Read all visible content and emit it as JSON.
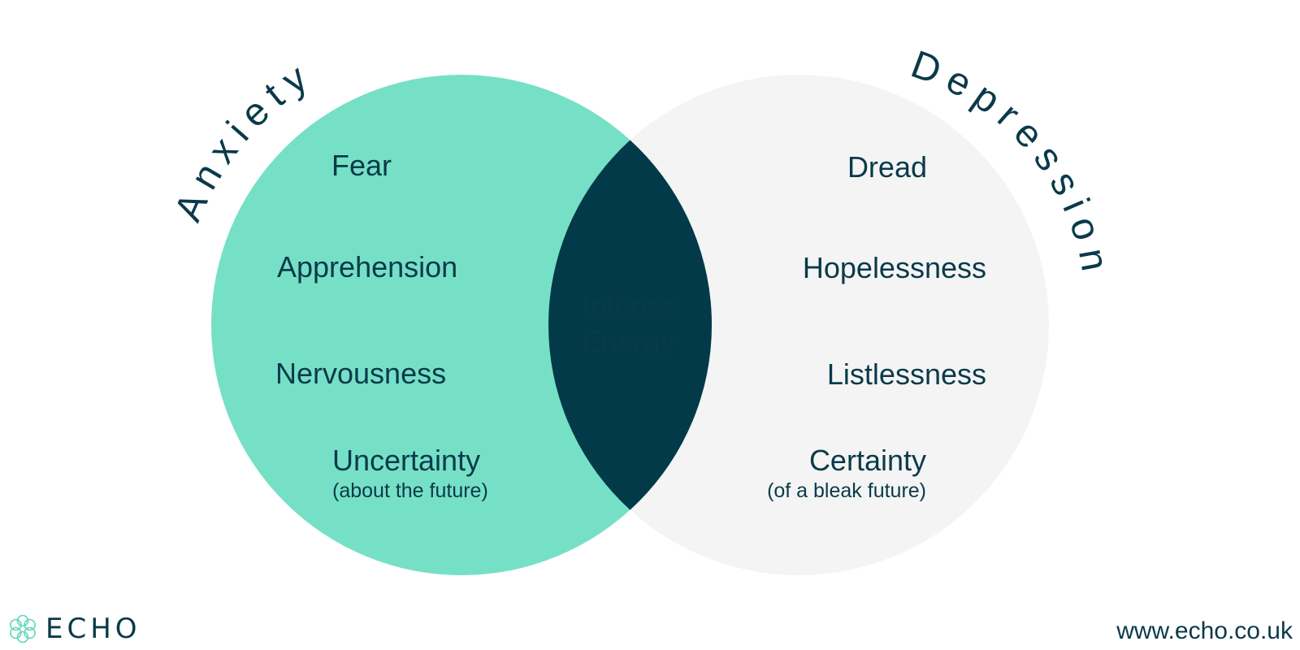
{
  "colors": {
    "anxiety_fill": "#76e0c6",
    "depression_fill": "#f4f4f4",
    "overlap_fill": "#033a49",
    "text_dark": "#0a3a4a",
    "text_light": "#ffffff"
  },
  "anxiety": {
    "title": "Anxiety",
    "items": {
      "fear": "Fear",
      "apprehension": "Apprehension",
      "nervousness": "Nervousness",
      "uncertainty": "Uncertainty",
      "uncertainty_note": "(about the future)"
    }
  },
  "depression": {
    "title": "Depression",
    "items": {
      "dread": "Dread",
      "hopelessness": "Hopelessness",
      "listlessness": "Listlessness",
      "certainty": "Certainty",
      "certainty_note": "(of a bleak future)"
    }
  },
  "overlap": {
    "line1": "Intense",
    "line2": "Energy"
  },
  "footer": {
    "logo_text": "ECHO",
    "logo_icon": "flower-icon",
    "website": "www.echo.co.uk"
  }
}
